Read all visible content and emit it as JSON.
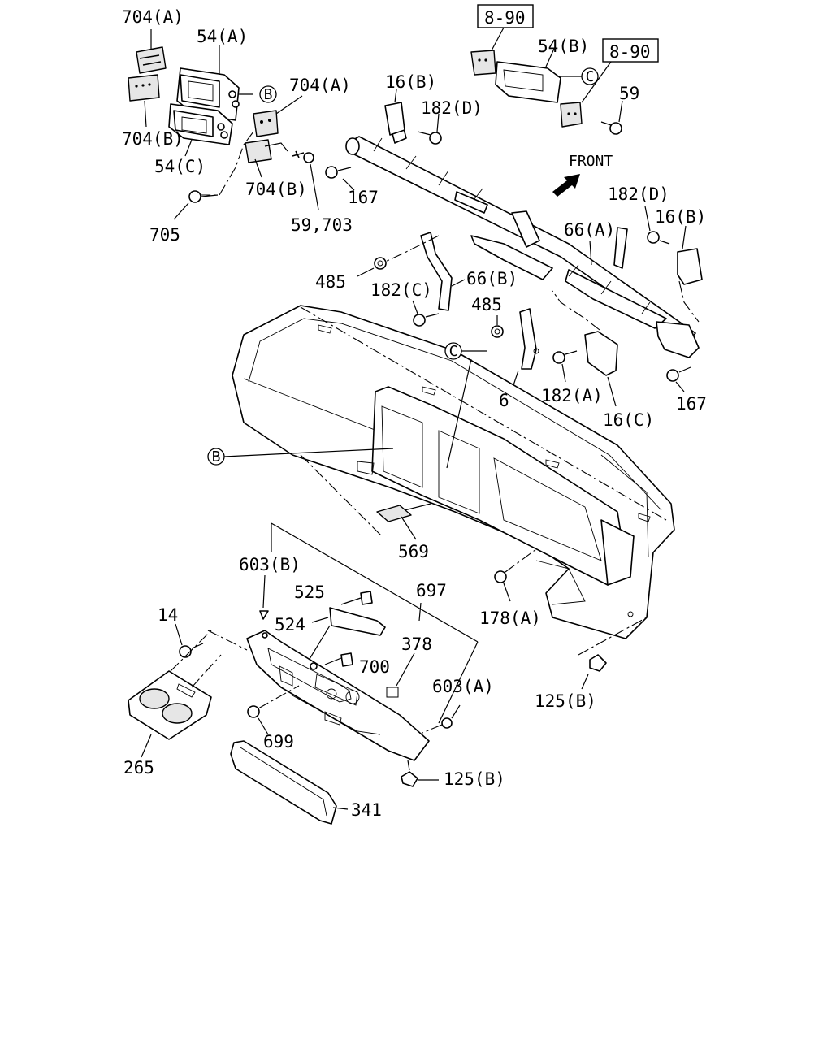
{
  "labels": {
    "l704a_top": "704(A)",
    "l54a": "54(A)",
    "l704a_mid": "704(A)",
    "l704b_left": "704(B)",
    "l54c": "54(C)",
    "l704b_mid": "704(B)",
    "l705": "705",
    "l59_703": "59,703",
    "l16b_top": "16(B)",
    "l182d_top": "182(D)",
    "l167_top": "167",
    "l890_a": "8-90",
    "l54b": "54(B)",
    "l890_b": "8-90",
    "l59": "59",
    "front": "FRONT",
    "l182d_right": "182(D)",
    "l16b_right": "16(B)",
    "l66a": "66(A)",
    "l485_left": "485",
    "l182c": "182(C)",
    "l66b": "66(B)",
    "l485_mid": "485",
    "l6": "6",
    "l182a": "182(A)",
    "l16c": "16(C)",
    "l167_right": "167",
    "l569": "569",
    "l603b": "603(B)",
    "l525": "525",
    "l697": "697",
    "l524": "524",
    "l14": "14",
    "l378": "378",
    "l178a": "178(A)",
    "l700": "700",
    "l603a": "603(A)",
    "l125b_right": "125(B)",
    "l699": "699",
    "l265": "265",
    "l125b_bottom": "125(B)",
    "l341": "341"
  },
  "callouts": {
    "b": "B",
    "c": "C"
  }
}
